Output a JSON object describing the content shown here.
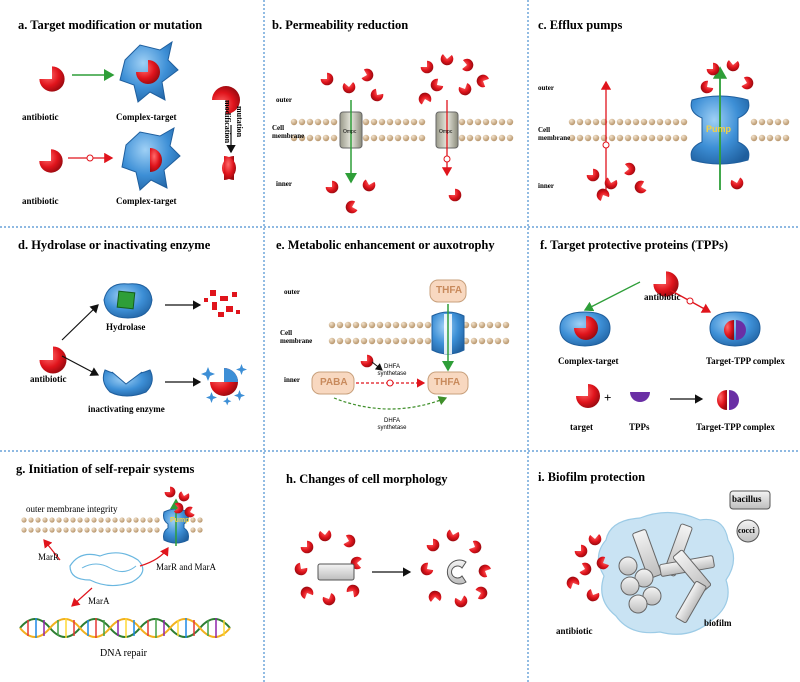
{
  "colors": {
    "antibiotic": "#e0141c",
    "target_blue": "#3d8fd6",
    "arrow_green": "#2e9e38",
    "arrow_red": "#e0141c",
    "separator": "#4a8fd0",
    "membrane": "#c8aa85",
    "thfa_box": "#f8d8c0",
    "tpp_purple": "#6a2fa5"
  },
  "panels": {
    "a": {
      "title": "a. Target modification or mutation",
      "antibiotic_1": "antibiotic",
      "antibiotic_2": "antibiotic",
      "complex_1": "Complex-target",
      "complex_2": "Complex-target",
      "side_1": "mutation",
      "side_2": "modification"
    },
    "b": {
      "title": "b. Permeability reduction",
      "outer": "outer",
      "cell_membrane": "Cell membrane",
      "inner": "inner",
      "porin_1": "Ompc",
      "porin_2": "Ompc"
    },
    "c": {
      "title": "c. Efflux pumps",
      "outer": "outer",
      "cell_membrane": "Cell membrane",
      "inner": "inner",
      "pump": "Pump"
    },
    "d": {
      "title": "d. Hydrolase or inactivating enzyme",
      "hydrolase": "Hydrolase",
      "inactivating": "inactivating enzyme",
      "antibiotic": "antibiotic"
    },
    "e": {
      "title": "e. Metabolic enhancement or auxotrophy",
      "outer": "outer",
      "cell_membrane": "Cell membrane",
      "inner": "inner",
      "thfa_top": "THFA",
      "thfa_bottom": "THFA",
      "paba": "PABA",
      "dhfa_1": "DHFA synthetase",
      "dhfa_2": "DHFA synthetase"
    },
    "f": {
      "title": "f. Target protective proteins (TPPs)",
      "antibiotic": "antibiotic",
      "complex": "Complex-target",
      "tpp_complex_1": "Target-TPP  complex",
      "target": "target",
      "plus": "+",
      "tpps": "TPPs",
      "tpp_complex_2": "Target-TPP  complex"
    },
    "g": {
      "title": "g. Initiation of self-repair systems",
      "outer_integrity": "outer  membrane  integrity",
      "pump": "Pump",
      "marr": "MarR",
      "marr_mara": "MarR and MarA",
      "mara": "MarA",
      "dna_repair": "DNA repair"
    },
    "h": {
      "title": "h. Changes of cell morphology"
    },
    "i": {
      "title": "i. Biofilm protection",
      "bacillus": "bacillus",
      "cocci": "cocci",
      "antibiotic": "antibiotic",
      "biofilm": "biofilm"
    }
  }
}
